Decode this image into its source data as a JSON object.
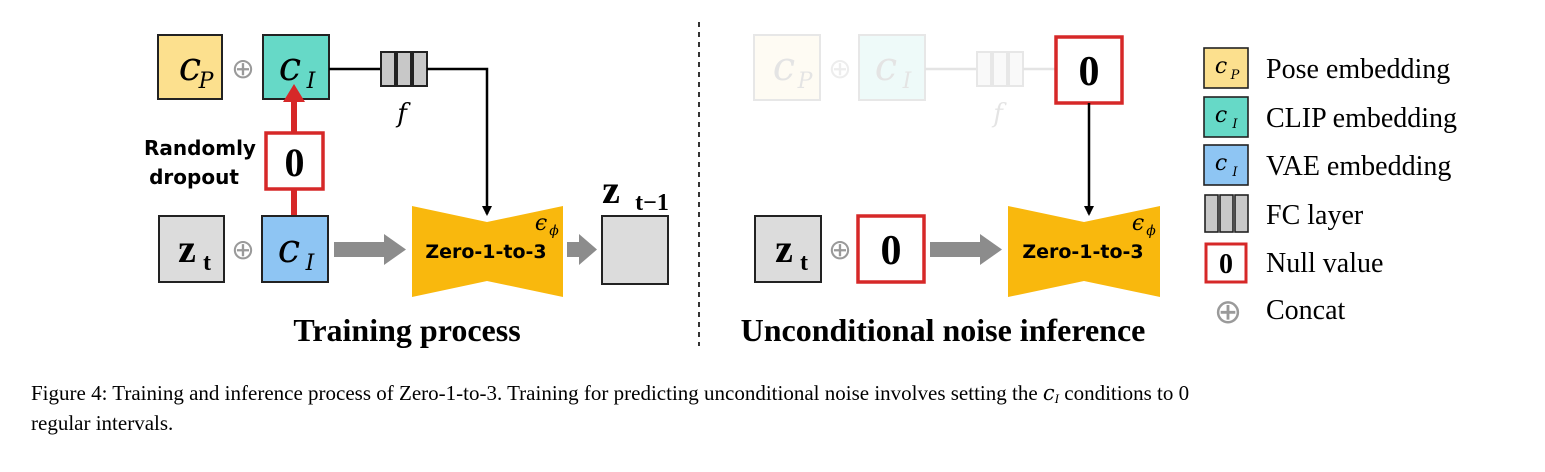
{
  "symbols": {
    "c": "c",
    "sub_P": "P",
    "sub_I": "I",
    "concat": "⊕",
    "z_base": "z",
    "z_t_sub": "t",
    "z_tminus1_sub": "t−1",
    "f": "f",
    "epsilon": "ϵ",
    "epsilon_sub": "ϕ",
    "null_value": "0"
  },
  "training": {
    "title": "Training process",
    "dropout_label_line1": "Randomly",
    "dropout_label_line2": "dropout",
    "model_label": "Zero-1-to-3"
  },
  "inference": {
    "title": "Unconditional noise inference",
    "model_label": "Zero-1-to-3"
  },
  "legend": {
    "items": [
      {
        "label": "Pose embedding",
        "color": "#fce08e"
      },
      {
        "label": "CLIP embedding",
        "color": "#66d9c7"
      },
      {
        "label": "VAE embedding",
        "color": "#8ec5f3"
      },
      {
        "label": "FC layer",
        "color": "#c8c8c8"
      },
      {
        "label": "Null value",
        "color": "#d62828"
      },
      {
        "label": "Concat",
        "color": "#9a9a9a"
      }
    ]
  },
  "colors": {
    "pose": "#fce08e",
    "clip": "#66d9c7",
    "vae": "#8ec5f3",
    "latent": "#dcdcdc",
    "model": "#f9b80d",
    "null_border": "#d62828",
    "arrow_gray": "#8c8c8c"
  },
  "caption": {
    "part1": "Figure 4: Training and inference process of Zero-1-to-3. Training for predicting unconditional noise involves setting the ",
    "c": "c",
    "sub": "I",
    "part2": " conditions to 0",
    "line2": "regular intervals."
  }
}
